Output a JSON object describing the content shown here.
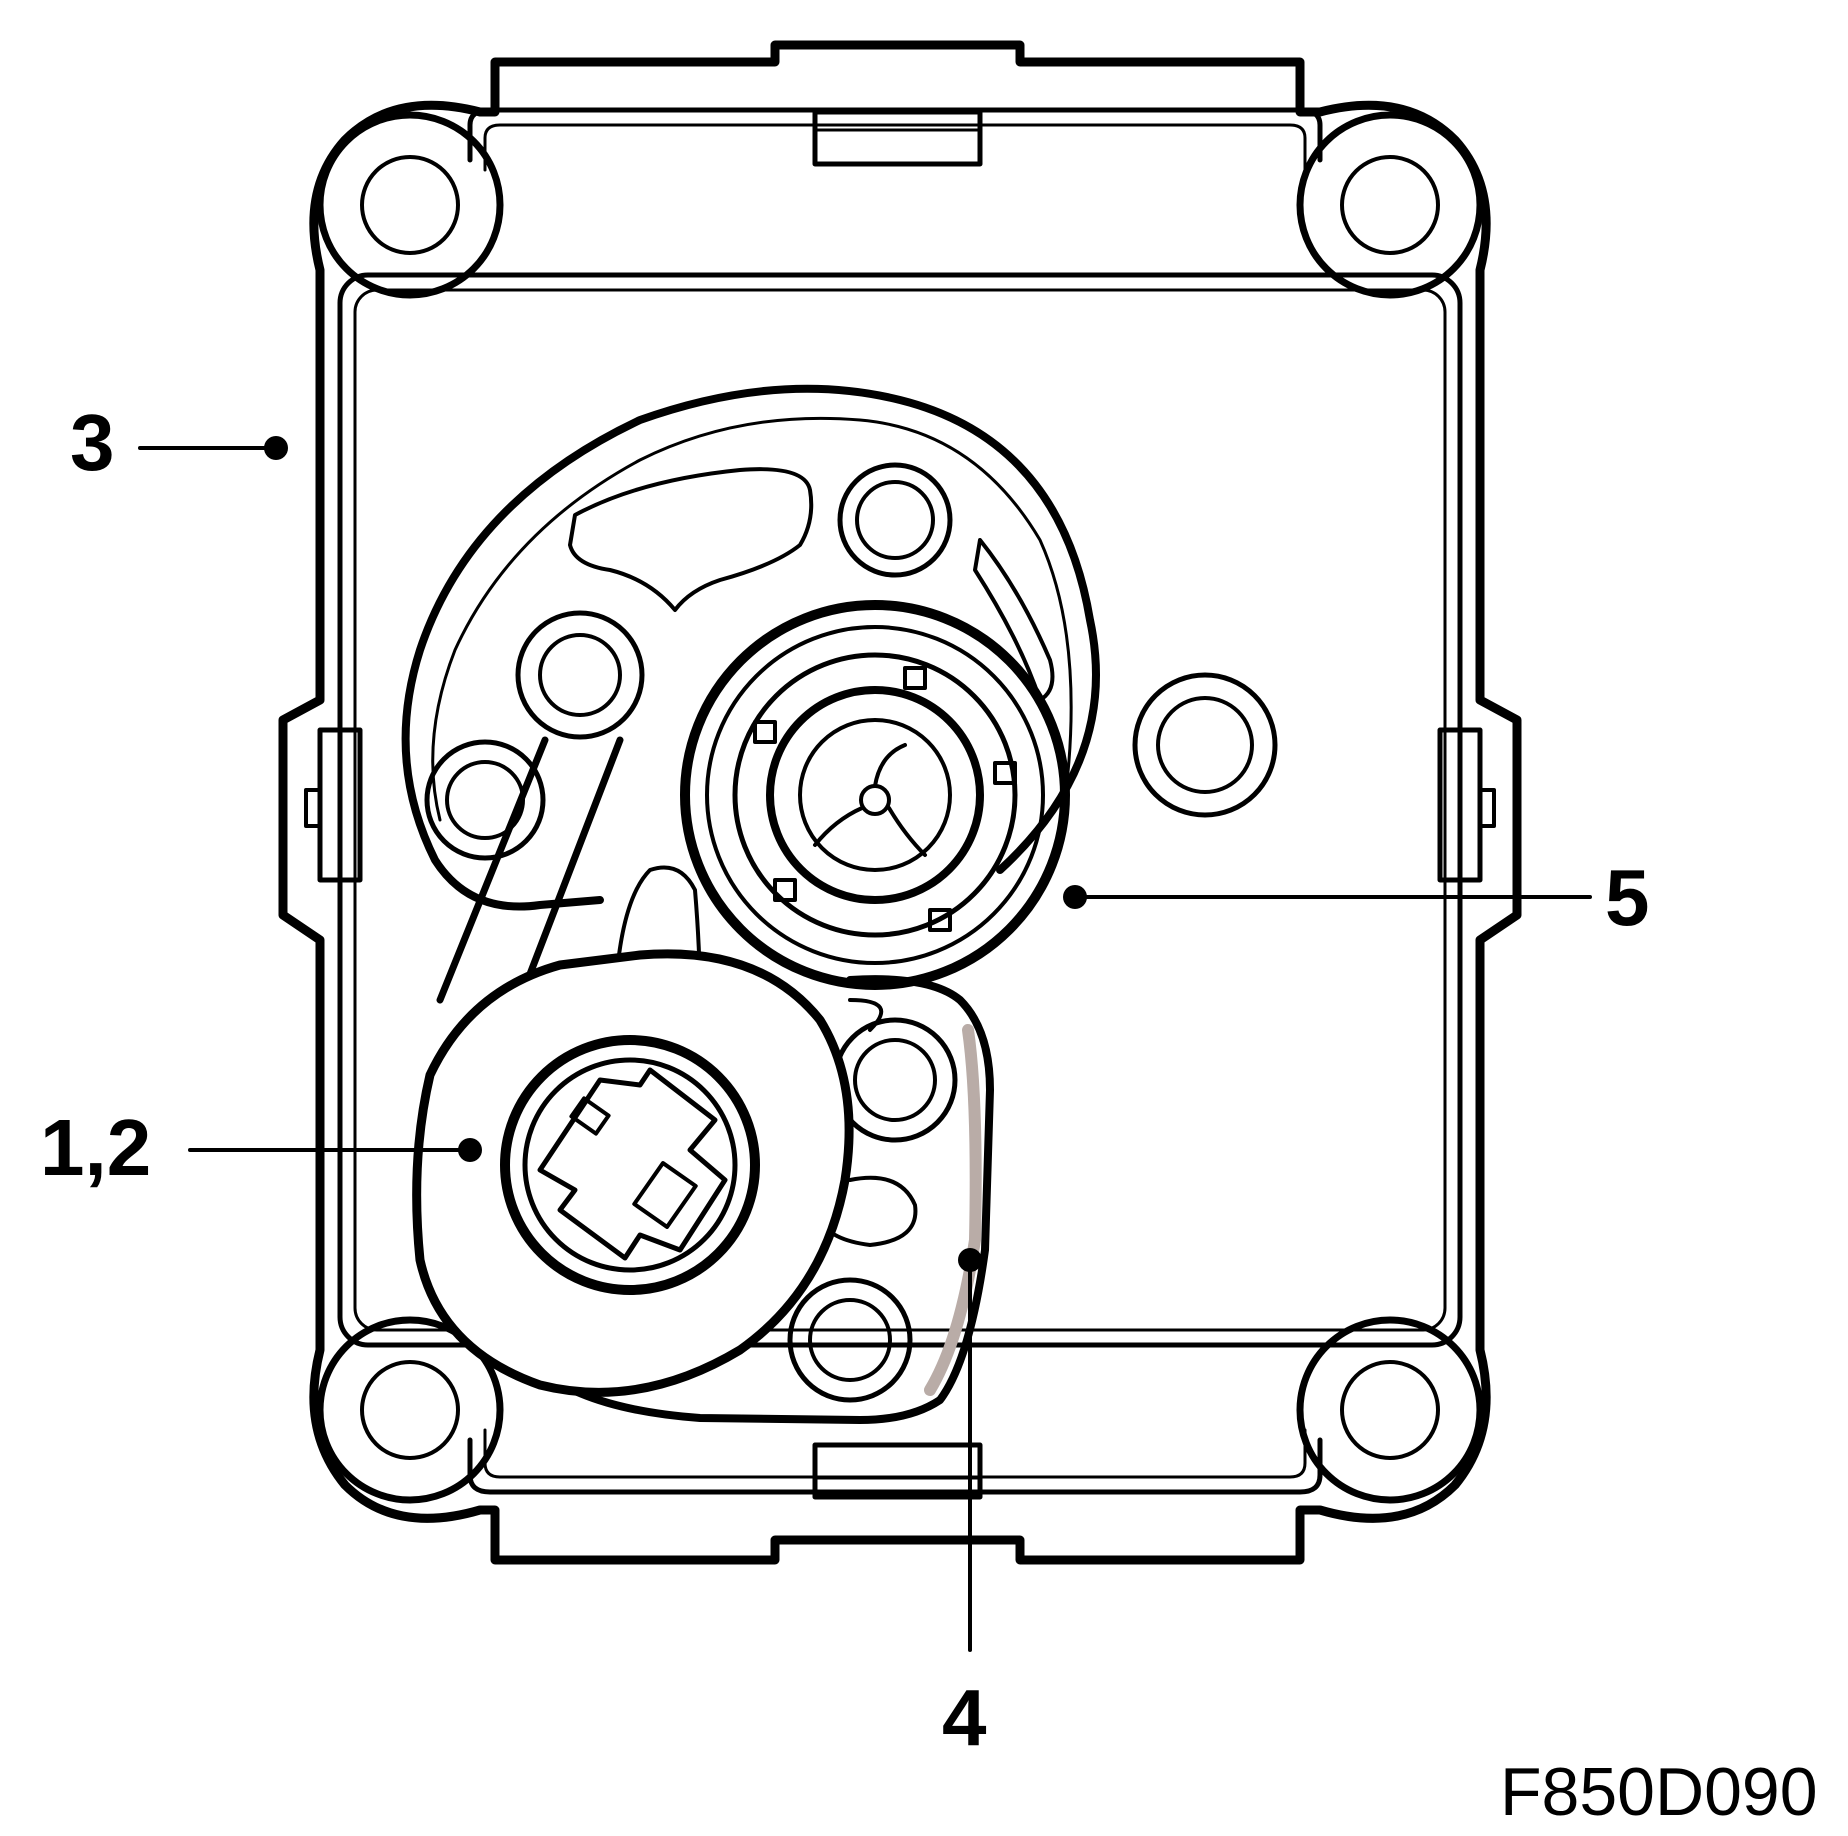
{
  "callouts": {
    "c3": "3",
    "c12": "1,2",
    "c5": "5",
    "c4": "4"
  },
  "figure_code": "F850D090",
  "colors": {
    "line": "#000000",
    "background": "#ffffff",
    "accent": "#b9aca7"
  }
}
